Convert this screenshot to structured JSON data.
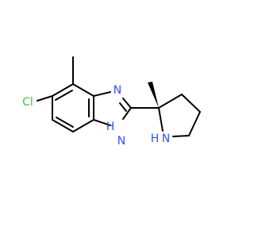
{
  "molecule": {
    "atoms": {
      "chlorine": {
        "symbol": "Cl",
        "color": "#33cc33"
      },
      "imine_n": {
        "symbol": "N",
        "color": "#3050f8"
      },
      "benzimidazole_nh_n": {
        "symbol": "N",
        "color": "#3050f8"
      },
      "benzimidazole_nh_h": {
        "symbol": "H",
        "color": "#3050f8"
      },
      "pyrrolidine_nh_h": {
        "symbol": "H",
        "color": "#3050f8"
      },
      "pyrrolidine_nh_n": {
        "symbol": "N",
        "color": "#3050f8"
      }
    },
    "bond_color": "#000000",
    "stereo": "wedge"
  }
}
